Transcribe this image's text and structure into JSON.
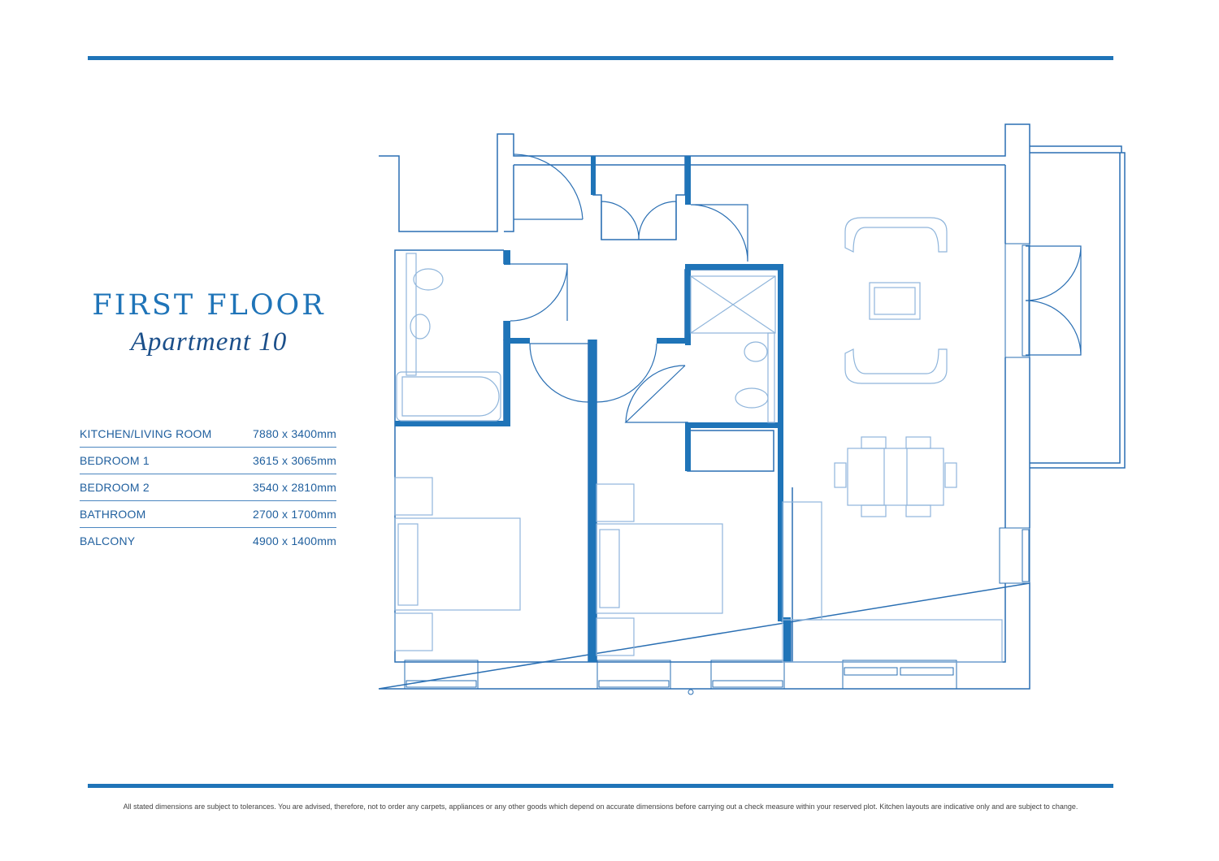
{
  "header": {
    "title": "FIRST FLOOR",
    "subtitle": "Apartment 10"
  },
  "rooms": [
    {
      "name": "KITCHEN/LIVING ROOM",
      "size": "7880 x 3400mm"
    },
    {
      "name": "BEDROOM 1",
      "size": "3615 x 3065mm"
    },
    {
      "name": "BEDROOM 2",
      "size": "3540 x 2810mm"
    },
    {
      "name": "BATHROOM",
      "size": "2700 x 1700mm"
    },
    {
      "name": "BALCONY",
      "size": "4900 x 1400mm"
    }
  ],
  "footer": {
    "disclaimer": "All stated dimensions are subject to tolerances. You are advised, therefore, not to order any carpets, appliances or any other goods which depend on accurate dimensions before carrying out a check measure within your reserved plot. Kitchen layouts are indicative only and are subject to change."
  },
  "colors": {
    "primary": "#1f74b8",
    "line": "#2a6fb3",
    "furniture": "#8fb5db"
  }
}
